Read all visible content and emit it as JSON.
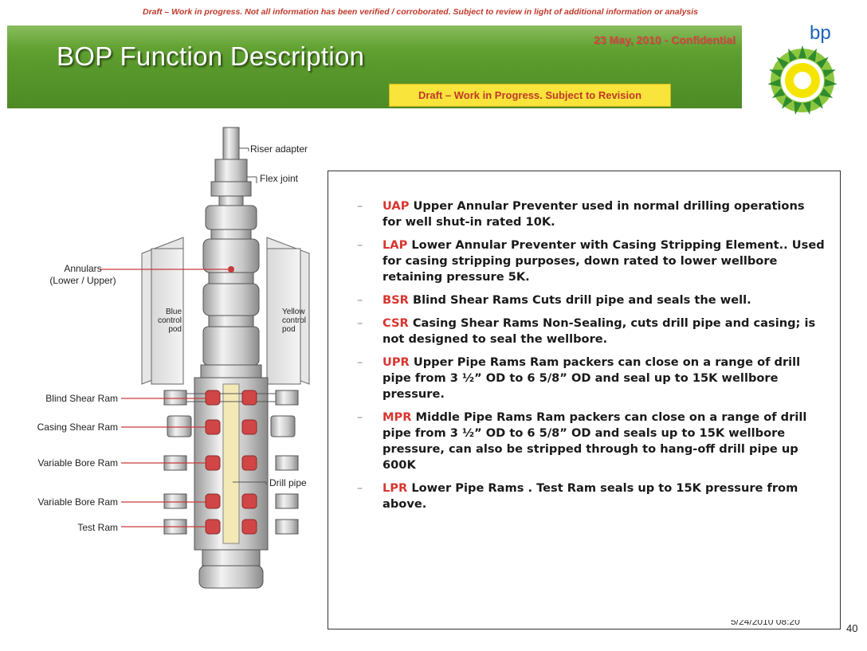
{
  "header": {
    "draft_banner": "Draft – Work in progress. Not all information has been verified / corroborated. Subject to review in light of additional information or analysis",
    "title": "BOP Function Description",
    "date_confidential": "23 May, 2010 - Confidential",
    "revision_notice": "Draft – Work in Progress. Subject to Revision",
    "logo_text": "bp"
  },
  "diagram": {
    "labels": {
      "riser_adapter": "Riser adapter",
      "flex_joint": "Flex joint",
      "annulars": "Annulars",
      "annulars_sub": "(Lower / Upper)",
      "blue_pod_1": "Blue",
      "blue_pod_2": "control",
      "blue_pod_3": "pod",
      "yellow_pod_1": "Yellow",
      "yellow_pod_2": "control",
      "yellow_pod_3": "pod",
      "blind_shear_ram": "Blind Shear Ram",
      "casing_shear_ram": "Casing Shear Ram",
      "variable_bore_ram_1": "Variable Bore Ram",
      "variable_bore_ram_2": "Variable Bore Ram",
      "test_ram": "Test Ram",
      "drill_pipe": "Drill pipe"
    }
  },
  "bullets": [
    {
      "abbr": "UAP",
      "text": " Upper Annular Preventer used in normal drilling operations for well shut-in rated 10K."
    },
    {
      "abbr": "LAP",
      "text": " Lower Annular Preventer with Casing Stripping Element.. Used for casing stripping purposes, down rated to lower wellbore retaining pressure 5K."
    },
    {
      "abbr": "BSR",
      "text": " Blind Shear Rams Cuts drill pipe and seals the well."
    },
    {
      "abbr": "CSR",
      "text": " Casing Shear Rams Non-Sealing, cuts drill pipe and casing; is not designed to seal the wellbore."
    },
    {
      "abbr": "UPR",
      "text": " Upper Pipe Rams  Ram packers can close on a range of drill pipe from 3 ½” OD to 6 5/8” OD and seal up to 15K wellbore pressure."
    },
    {
      "abbr": "MPR",
      "text": " Middle Pipe Rams  Ram packers can close on a range of drill pipe from 3 ½” OD to 6 5/8” OD and seals up to 15K wellbore pressure, can also be stripped through to hang-off drill pipe up 600K"
    },
    {
      "abbr": "LPR",
      "text": " Lower Pipe Rams . Test Ram seals up to 15K pressure from above."
    }
  ],
  "footer": {
    "timestamp": "5/24/2010 08:20",
    "page_number": "40"
  },
  "colors": {
    "abbr_red": "#d9352f",
    "title_green": "#5a9a2c",
    "notice_yellow": "#f8e43a",
    "bp_blue": "#1b63b8",
    "bp_green": "#8cc63f",
    "bp_yellow": "#f5e400"
  }
}
